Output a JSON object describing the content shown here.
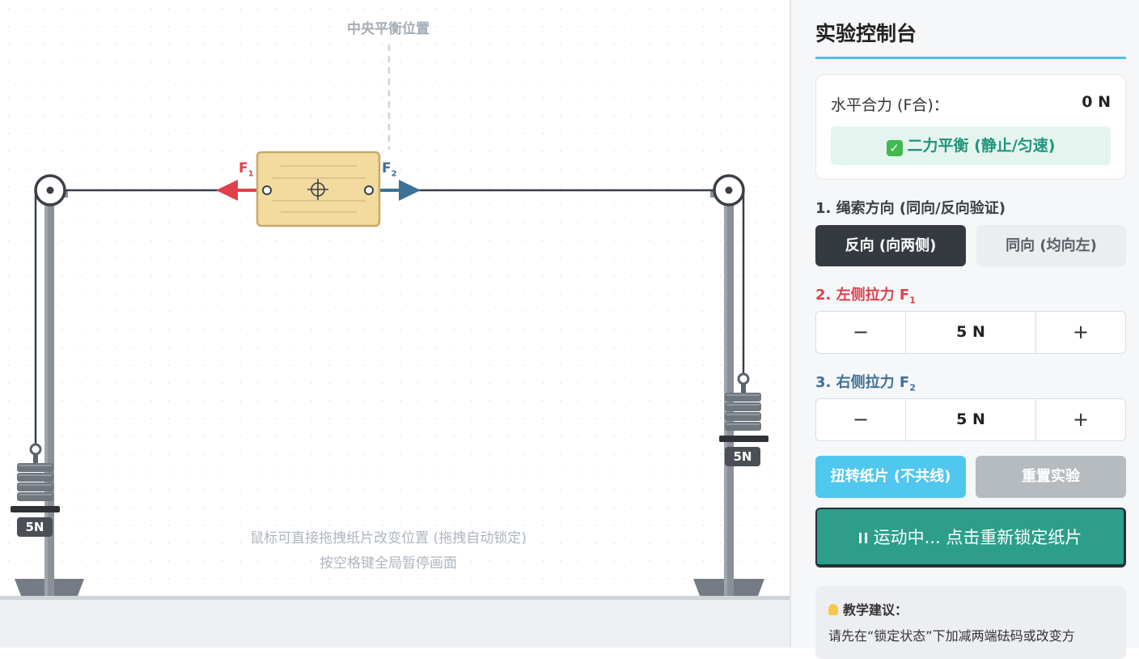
{
  "stage": {
    "center_label": "中央平衡位置",
    "f1_label": "F",
    "f1_sub": "1",
    "f2_label": "F",
    "f2_sub": "2",
    "left_weight_tag": "5N",
    "right_weight_tag": "5N",
    "hint_line1": "鼠标可直接拖拽纸片改变位置 (拖拽自动锁定)",
    "hint_line2": "按空格键全局暂停画面"
  },
  "panel": {
    "title": "实验控制台",
    "net_force_label": "水平合力 (F合)：",
    "net_force_value": "0 N",
    "balance_status": "二力平衡 (静止/匀速)",
    "section1_title": "1. 绳索方向 (同向/反向验证)",
    "direction_reverse": "反向 (向两侧)",
    "direction_same": "同向 (均向左)",
    "section2_title": "2. 左侧拉力 F",
    "section2_sub": "1",
    "left_force": {
      "minus": "−",
      "value": "5 N",
      "plus": "+"
    },
    "section3_title": "3. 右侧拉力 F",
    "section3_sub": "2",
    "right_force": {
      "minus": "−",
      "value": "5 N",
      "plus": "+"
    },
    "twist_button": "扭转纸片 (不共线)",
    "reset_button": "重置实验",
    "lock_button": "运动中... 点击重新锁定纸片",
    "tip_title": "教学建议：",
    "tip_text": "请先在“锁定状态”下加减两端砝码或改变方"
  },
  "colors": {
    "accent": "#4dc3e6",
    "f1": "#e0404a",
    "f2": "#3d7196",
    "balance_green": "#21947a",
    "lock_teal": "#2c9e8a",
    "card": "#f3dba0"
  },
  "icons": {
    "balance_status": "check-icon",
    "lock_button": "pause-icon",
    "tip": "lightbulb-icon",
    "card_center": "crosshair-icon"
  }
}
